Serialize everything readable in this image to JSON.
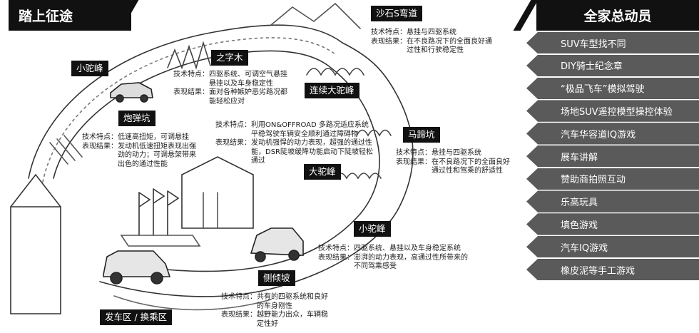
{
  "header": {
    "left_title": "踏上征途",
    "right_title": "全家总动员"
  },
  "labels": {
    "shashi": "沙石S弯道",
    "zhizimu": "之字木",
    "xiaotuofeng_top": "小驼峰",
    "lianxu": "连续大驼峰",
    "paodankeng": "炮弹坑",
    "matikeng": "马蹄坑",
    "datuofeng": "大驼峰",
    "xiaotuofeng_bottom": "小驼峰",
    "ceqingpo": "侧倾坡",
    "fache": "发车区 / 换乘区"
  },
  "descs": {
    "shashi": {
      "k1": "技术特点：",
      "v1": "悬挂与四驱系统",
      "k2": "表现结果：",
      "v2": "在不良路况下的全面良好通过性和行驶稳定性"
    },
    "zhizimu": {
      "k1": "技术特点：",
      "v1": "四驱系统、可调空气悬挂悬挂以及车身稳定性",
      "k2": "表现结果：",
      "v2": "面对各种嫉妒恶劣路况都能轻松应对"
    },
    "paodankeng": {
      "k1": "技术特点：",
      "v1": "低速高扭矩，可调悬挂",
      "k2": "表现结果：",
      "v2": "发动机低速扭矩表现出强劲的动力；可调悬架带来出色的通过性能"
    },
    "center": {
      "k1": "技术特点：",
      "v1": "利用ON&OFFROAD 多路况适应系统平稳驾驶车辆安全顺利通过障碍物",
      "k2": "表现结果：",
      "v2": "发动机强悍的动力表现，超强的通过性能，DSR陡坡缓降功能启动下陡坡轻松通过"
    },
    "matikeng": {
      "k1": "技术特点：",
      "v1": "悬挂与四驱系统",
      "k2": "表现结果：",
      "v2": "在不良路况下的全面良好通过性和驾乘的舒适性"
    },
    "xiaotuofeng_bottom": {
      "k1": "技术特点：",
      "v1": "四驱系统、悬挂以及车身稳定系统",
      "k2": "表现结果：",
      "v2": "澎湃的动力表现，高通过性所带来的不同驾乘感受"
    },
    "ceqingpo": {
      "k1": "技术特点：",
      "v1": "共有的四驱系统和良好的车身刚性",
      "k2": "表现结果：",
      "v2": "越野能力出众，车辆稳定性好"
    }
  },
  "menu": [
    "SUV车型找不同",
    "DIY骑士纪念章",
    "“极品飞车”模拟驾驶",
    "场地SUV遥控模型操控体验",
    "汽车华容道IQ游戏",
    "展车讲解",
    "赞助商拍照互动",
    "乐高玩具",
    "填色游戏",
    "汽车IQ游戏",
    "橡皮泥等手工游戏"
  ]
}
